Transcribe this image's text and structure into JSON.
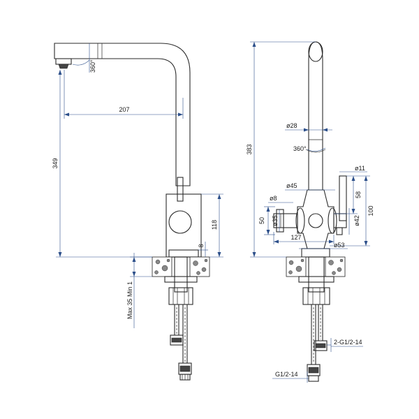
{
  "left_view": {
    "spout_rotation": "360°",
    "reach": "207",
    "height": "349",
    "body_height": "118",
    "base_offset": "8",
    "deck_thickness": "Max 35 Min 1"
  },
  "right_view": {
    "total_height": "383",
    "spout_dia": "ø28",
    "swivel": "360°",
    "handle_dia": "ø11",
    "body_dia": "ø45",
    "handle_len": "58",
    "handle_height": "100",
    "knob_dia": "ø8",
    "valve_dia": "ø35",
    "valve_height": "50",
    "lever_dia": "ø42",
    "width": "127",
    "base_dia": "ø53",
    "hose_thread": "2-G1/2-14",
    "inlet_thread": "G1/2-14"
  }
}
